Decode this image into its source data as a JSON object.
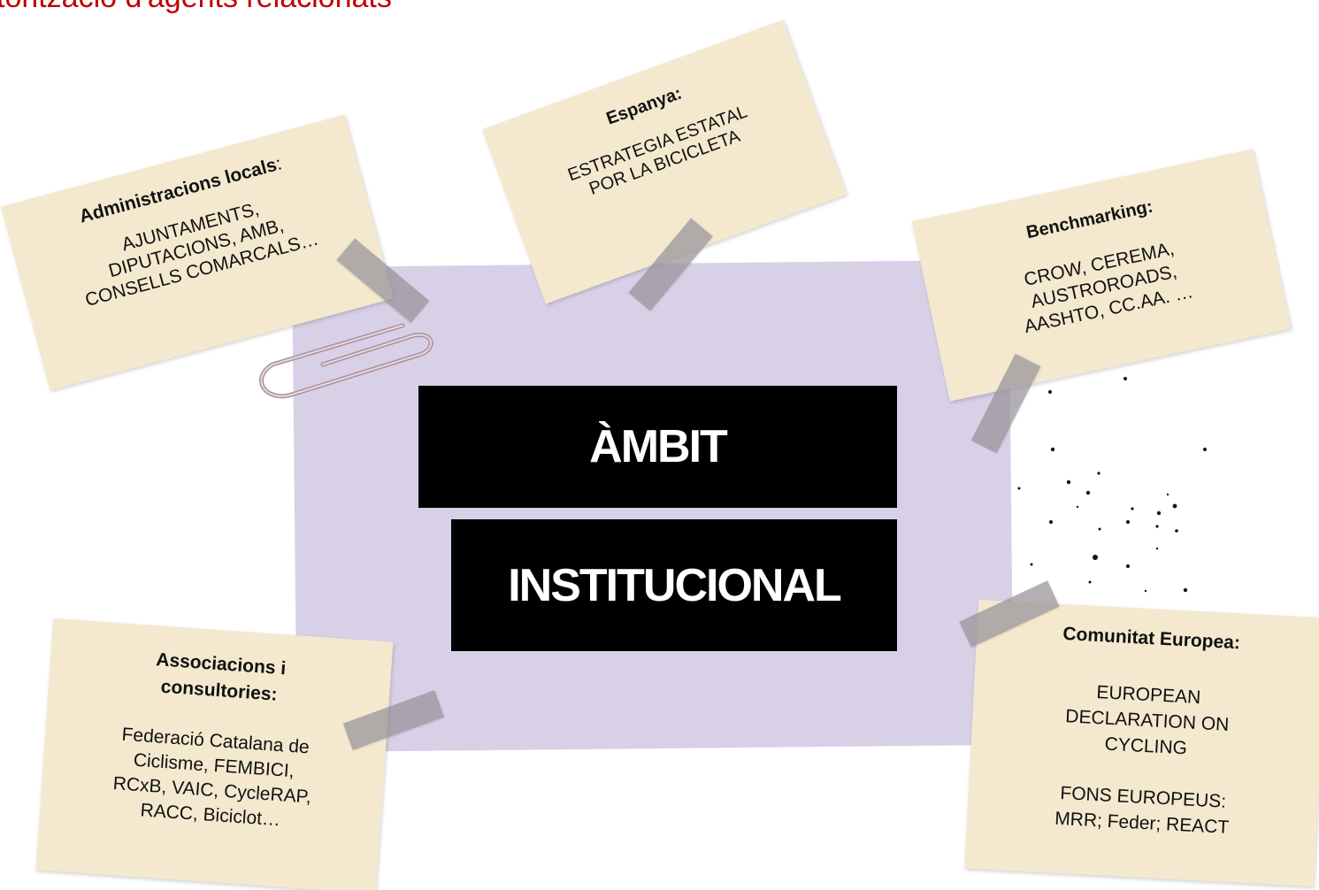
{
  "header": {
    "text": "torització d'agents relacionats"
  },
  "center": {
    "line1": "ÀMBIT",
    "line2": "INSTITUCIONAL"
  },
  "notes": {
    "admin": {
      "title": "Administracions locals",
      "title_suffix": ":",
      "body": "AJUNTAMENTS,\nDIPUTACIONS, AMB,\nCONSELLS COMARCALS…"
    },
    "espanya": {
      "title": "Espanya:",
      "body": "ESTRATEGIA ESTATAL\nPOR LA BICICLETA"
    },
    "benchmarking": {
      "title": "Benchmarking:",
      "body": "CROW, CEREMA,\nAUSTROROADS,\nAASHTO, CC.AA. …"
    },
    "associacions": {
      "title": "Associacions i\nconsultories:",
      "body": "Federació Catalana de\nCiclisme, FEMBICI,\nRCxB, VAIC, CycleRAP,\nRACC, Biciclot…"
    },
    "europa": {
      "title": "Comunitat Europea:",
      "body": "EUROPEAN\nDECLARATION ON\nCYCLING\n\nFONS EUROPEUS:\nMRR; Feder; REACT"
    }
  },
  "colors": {
    "header_red": "#c00000",
    "board_lilac": "#d8d0e6",
    "note_paper": "#f4e9cf",
    "tape_gray": "#969198"
  }
}
